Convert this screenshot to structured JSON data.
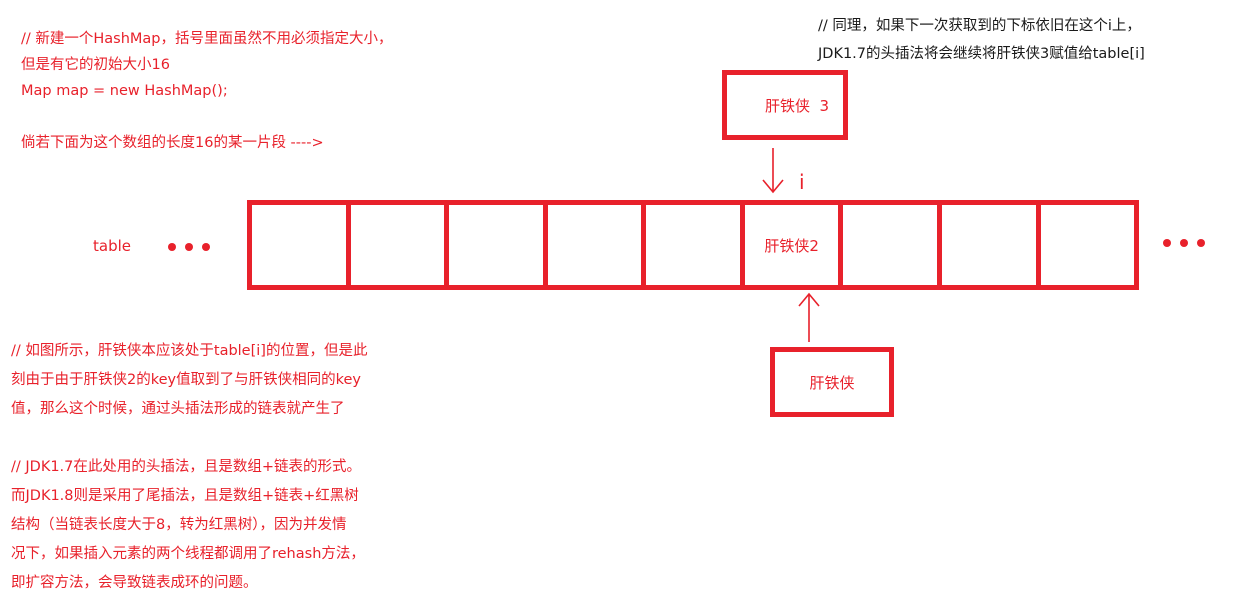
{
  "top_left_note": [
    "// 新建一个HashMap，括号里面虽然不用必须指定大小，",
    "但是有它的初始大小16",
    "Map map = new HashMap();",
    "",
    "倘若下面为这个数组的长度16的某一片段 ---->"
  ],
  "top_right_note": [
    "//  同理，如果下一次获取到的下标依旧在这个i上，",
    "JDK1.7的头插法将会继续将肝铁侠3赋值给table[i]"
  ],
  "top_box_label": "肝铁侠  3",
  "index_label": "i",
  "table_label": "table",
  "table_cells": [
    "",
    "",
    "",
    "",
    "",
    "肝铁侠2",
    "",
    "",
    ""
  ],
  "bottom_box_label": "肝铁侠",
  "bottom_left_note": [
    "// 如图所示，肝铁侠本应该处于table[i]的位置，但是此",
    "刻由于由于肝铁侠2的key值取到了与肝铁侠相同的key",
    "值，那么这个时候，通过头插法形成的链表就产生了",
    "",
    "// JDK1.7在此处用的头插法，且是数组+链表的形式。",
    "而JDK1.8则是采用了尾插法，且是数组+链表+红黑树",
    "结构（当链表长度大于8，转为红黑树），因为并发情",
    "况下，如果插入元素的两个线程都调用了rehash方法，",
    "即扩容方法，会导致链表成环的问题。"
  ],
  "colors": {
    "accent": "#e8212b",
    "text": "#1a1a1a"
  }
}
